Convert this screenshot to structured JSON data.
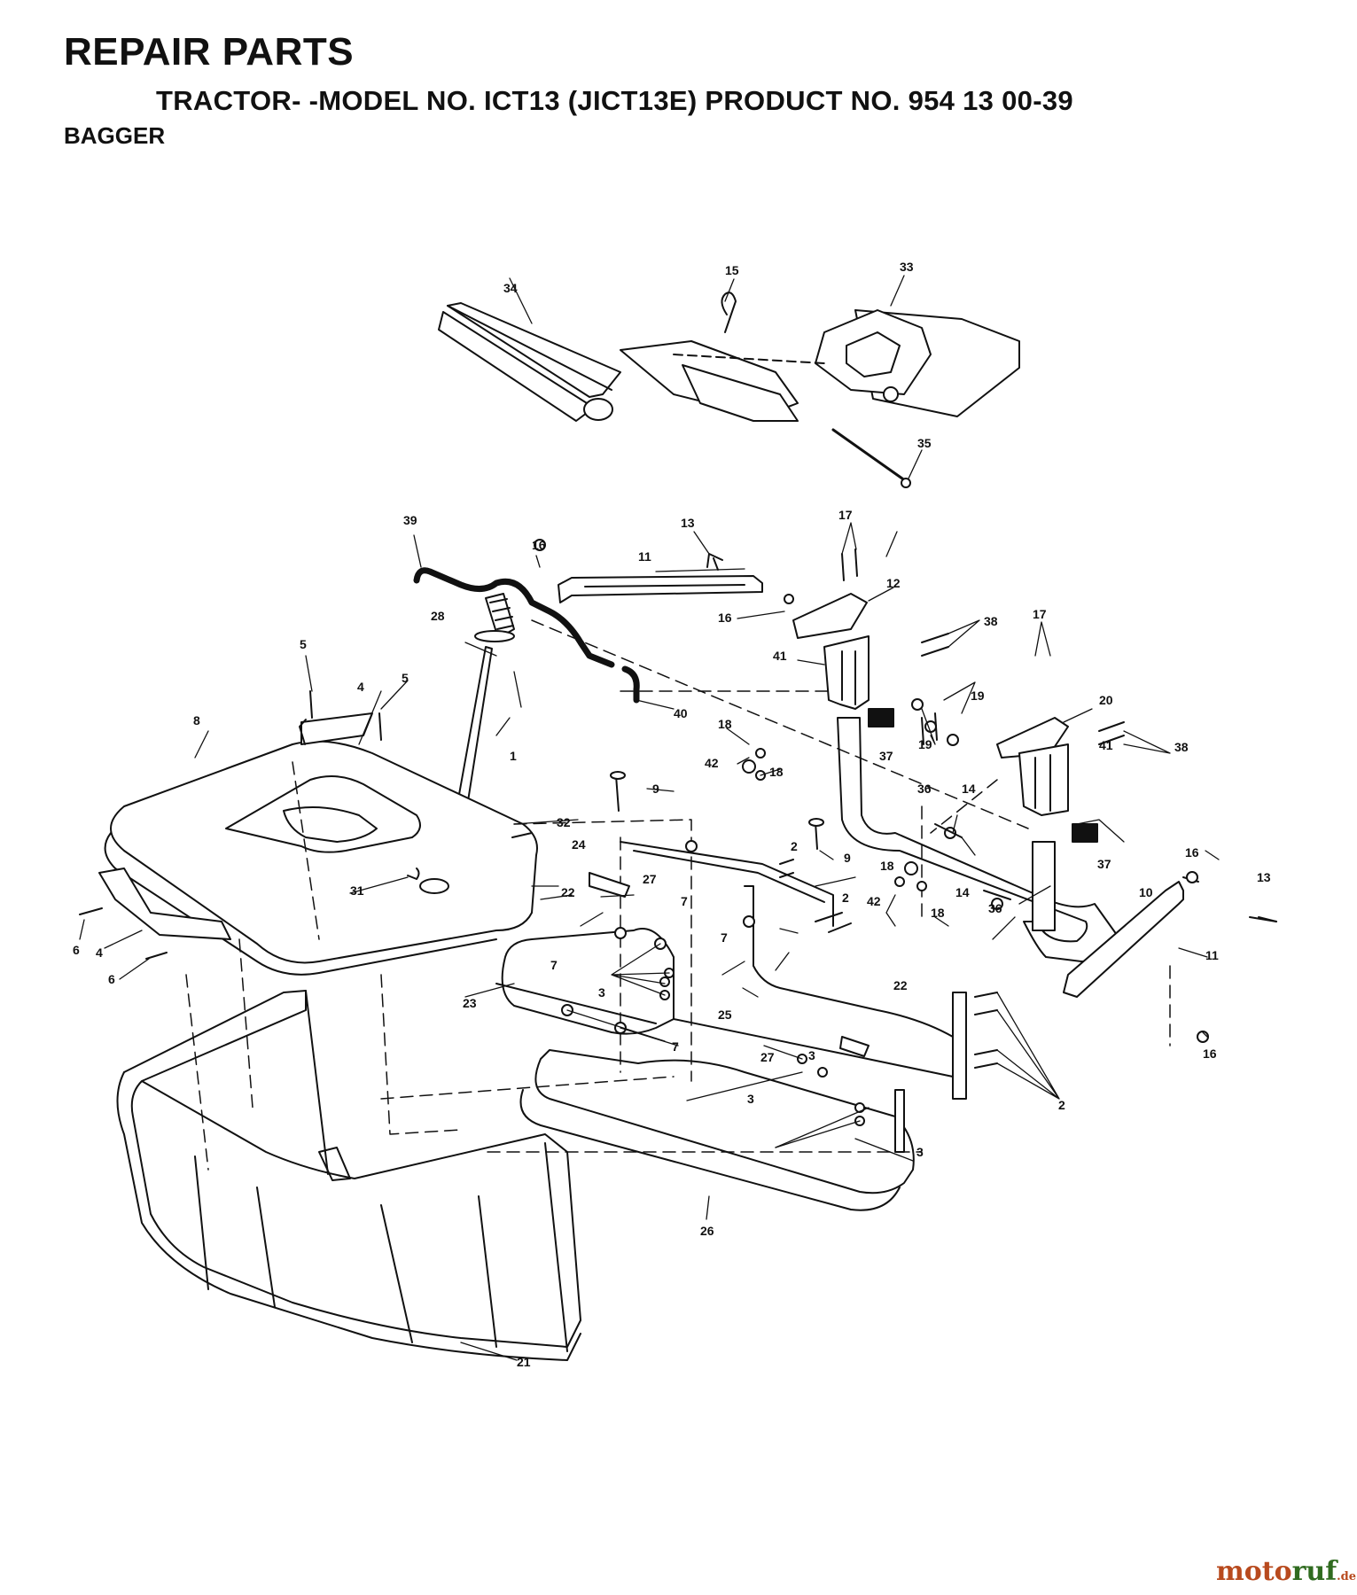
{
  "header": {
    "title": "REPAIR PARTS",
    "subtitle": "TRACTOR- -MODEL NO. ICT13 (JICT13E) PRODUCT NO. 954 13 00-39",
    "section": "BAGGER"
  },
  "parts": {
    "p1": "1",
    "p2": "2",
    "p3": "3",
    "p4": "4",
    "p5": "5",
    "p6": "6",
    "p7": "7",
    "p8": "8",
    "p9": "9",
    "p10": "10",
    "p11": "11",
    "p12": "12",
    "p13": "13",
    "p14": "14",
    "p15": "15",
    "p16": "16",
    "p17": "17",
    "p18": "18",
    "p19": "19",
    "p20": "20",
    "p21": "21",
    "p22": "22",
    "p23": "23",
    "p24": "24",
    "p25": "25",
    "p26": "26",
    "p27": "27",
    "p28": "28",
    "p31": "31",
    "p32": "32",
    "p33": "33",
    "p34": "34",
    "p35": "35",
    "p36": "36",
    "p37": "37",
    "p38": "38",
    "p39": "39",
    "p40": "40",
    "p41": "41",
    "p42": "42"
  },
  "watermark": {
    "part1": "moto",
    "part2": "ruf",
    "part3": ".de"
  },
  "colors": {
    "line": "#111111",
    "watermark_red": "#b84a1e",
    "watermark_green": "#2f6b1f"
  }
}
